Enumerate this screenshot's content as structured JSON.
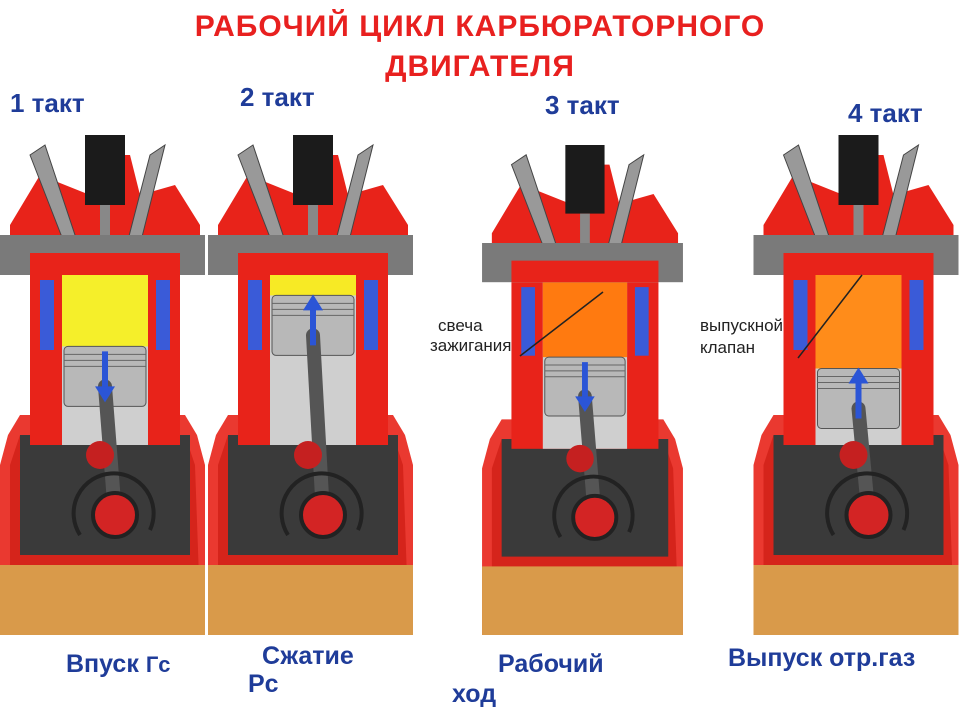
{
  "title_line1": "РАБОЧИЙ  ЦИКЛ  КАРБЮРАТОРНОГО",
  "title_line2": "ДВИГАТЕЛЯ",
  "strokes": [
    {
      "label": "1 такт",
      "caption_a": "Впуск",
      "caption_b": "Гс",
      "chamber": "#f5ef2a",
      "arrow": "down"
    },
    {
      "label": "2 такт",
      "caption_a": "Сжатие",
      "caption_b": "Рс",
      "chamber": "#f7ea25",
      "arrow": "up"
    },
    {
      "label": "3 такт",
      "caption_a": "Рабочий",
      "caption_b": "ход",
      "chamber": "#ff7a10",
      "arrow": "down"
    },
    {
      "label": "4 такт",
      "caption_a": "Выпуск отр.газ",
      "caption_b": "",
      "chamber": "#ff8c1a",
      "arrow": "up"
    }
  ],
  "callouts": {
    "spark_plug_line1": "свеча",
    "spark_plug_line2": "зажигания",
    "exhaust_valve_line1": "выпускной",
    "exhaust_valve_line2": "клапан"
  },
  "colors": {
    "title": "#e8201f",
    "label": "#1f3c99",
    "head_red": "#e8231a",
    "coolant_blue": "#3a5bd8",
    "oil": "#d99a4a"
  }
}
